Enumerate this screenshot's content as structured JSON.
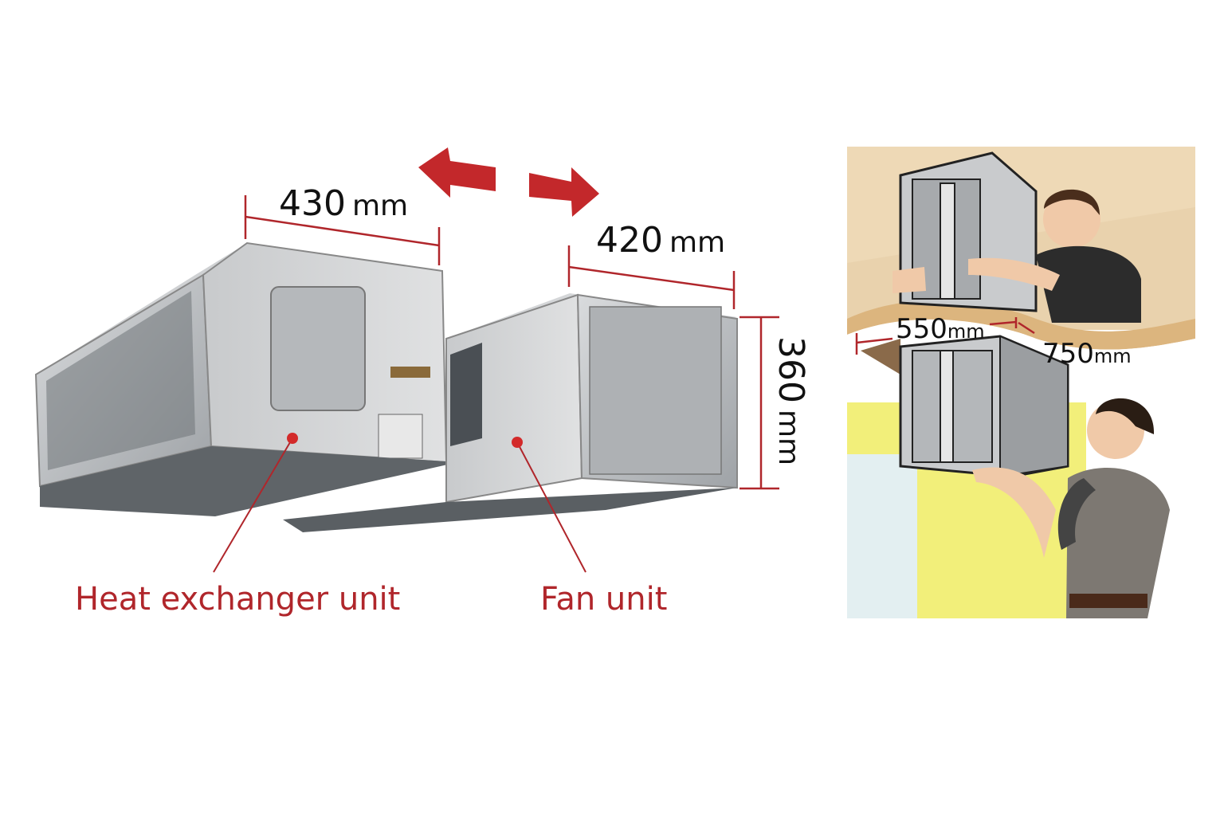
{
  "colors": {
    "accent": "#b0262b",
    "metal": "#b9bcbf",
    "wall": "#f2ef7a",
    "ceiling": "#e9d2ad"
  },
  "dimensions": {
    "heat_exchanger_width": {
      "value": "430",
      "unit": "mm"
    },
    "fan_width": {
      "value": "420",
      "unit": "mm"
    },
    "height": {
      "value": "360",
      "unit": "mm"
    },
    "opening_width": {
      "value": "550",
      "unit": "mm"
    },
    "opening_depth": {
      "value": "750",
      "unit": "mm"
    }
  },
  "labels": {
    "heat_exchanger": "Heat exchanger unit",
    "fan": "Fan unit"
  },
  "icons": [
    "double-arrow-separate-icon"
  ]
}
